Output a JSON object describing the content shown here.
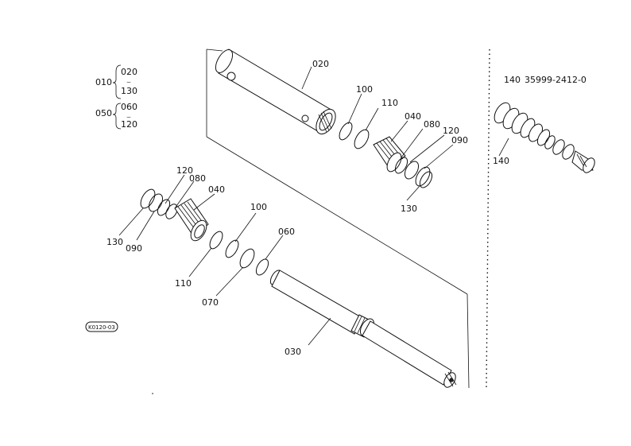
{
  "legend": {
    "group1": {
      "parent": "010",
      "children": [
        "020",
        "130"
      ]
    },
    "group2": {
      "parent": "050",
      "children": [
        "060",
        "120"
      ]
    }
  },
  "kit": {
    "number": "140",
    "part_number": "35999-2412-0"
  },
  "callouts": {
    "c020": "020",
    "c100_top": "100",
    "c110_top": "110",
    "c040_top": "040",
    "c080_top": "080",
    "c120_top": "120",
    "c090_top": "090",
    "c130_top": "130",
    "c140": "140",
    "c120_left": "120",
    "c080_left": "080",
    "c040_left": "040",
    "c100_mid": "100",
    "c130_left": "130",
    "c090_left": "090",
    "c060": "060",
    "c110_left": "110",
    "c070": "070",
    "c030": "030"
  },
  "drawing_id": "K0120-03"
}
